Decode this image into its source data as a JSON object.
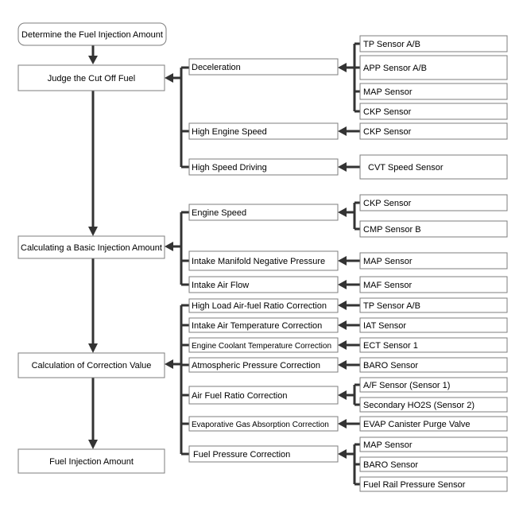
{
  "main_flow": {
    "determine": "Determine the Fuel Injection Amount",
    "judge_cutoff": "Judge the Cut Off Fuel",
    "basic_injection": "Calculating a Basic Injection Amount",
    "correction_value": "Calculation of Correction Value",
    "fuel_injection_amount": "Fuel Injection Amount"
  },
  "conditions": {
    "deceleration": "Deceleration",
    "high_engine_speed": "High Engine Speed",
    "high_speed_driving": "High Speed Driving",
    "engine_speed": "Engine Speed",
    "intake_manifold": "Intake Manifold Negative Pressure",
    "intake_air_flow": "Intake Air Flow",
    "high_load": "High Load Air-fuel Ratio Correction",
    "intake_air_temp": "Intake Air Temperature Correction",
    "engine_coolant": "Engine Coolant Temperature Correction",
    "atmospheric": "Atmospheric Pressure Correction",
    "air_fuel_ratio": "Air Fuel Ratio Correction",
    "evaporative": "Evaporative Gas Absorption Correction",
    "fuel_pressure": "Fuel Pressure Correction"
  },
  "sensors": {
    "tp_ab_1": "TP Sensor A/B",
    "app_ab": "APP Sensor A/B",
    "map_1": "MAP Sensor",
    "ckp_1": "CKP Sensor",
    "ckp_2": "CKP Sensor",
    "cvt_speed": "CVT Speed Sensor",
    "ckp_3": "CKP Sensor",
    "cmp_b": "CMP Sensor B",
    "map_2": "MAP Sensor",
    "maf": "MAF Sensor",
    "tp_ab_2": "TP Sensor A/B",
    "iat": "IAT Sensor",
    "ect_1": "ECT Sensor 1",
    "baro_1": "BARO Sensor",
    "af_sensor1": "A/F Sensor (Sensor 1)",
    "ho2s_sensor2": "Secondary HO2S (Sensor 2)",
    "evap_valve": "EVAP Canister Purge Valve",
    "map_3": "MAP Sensor",
    "baro_2": "BARO Sensor",
    "fuel_rail": "Fuel Rail Pressure Sensor"
  }
}
